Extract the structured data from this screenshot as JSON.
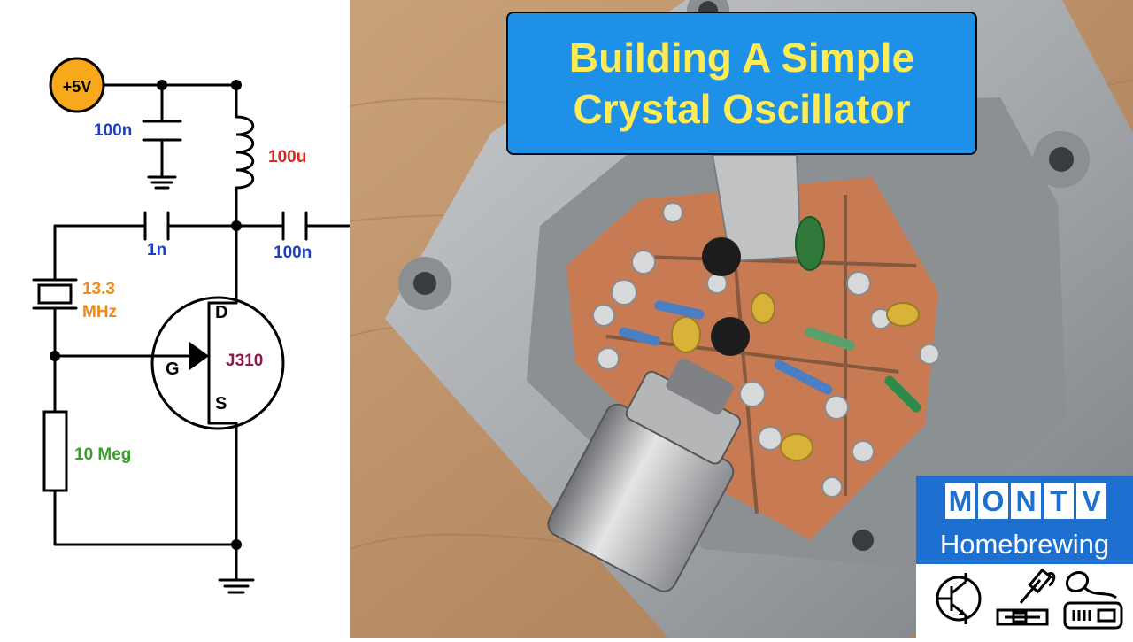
{
  "title": {
    "line1": "Building A Simple",
    "line2": "Crystal Oscillator"
  },
  "schematic": {
    "supply": "+5V",
    "cap_decoupling": "100n",
    "inductor": "100u",
    "cap_feedback": "1n",
    "cap_output": "100n",
    "crystal_line1": "13.3",
    "crystal_line2": "MHz",
    "resistor": "10 Meg",
    "transistor": "J310",
    "drain": "D",
    "gate": "G",
    "source": "S"
  },
  "logo": {
    "letters": [
      "M",
      "O",
      "N",
      "T",
      "V"
    ],
    "subtitle": "Homebrewing",
    "icons": [
      "transistor-icon",
      "soldering-iron-icon",
      "radio-icon"
    ]
  },
  "colors": {
    "title_bg": "#1e90e8",
    "title_text": "#ffec55",
    "supply_fill": "#f7a81b",
    "label_blue": "#1f3fbf",
    "label_red": "#d7261e",
    "label_orange": "#f08a1c",
    "label_green": "#3a9e2a",
    "label_maroon": "#8b1a4a",
    "logo_blue": "#1d6fd0"
  }
}
